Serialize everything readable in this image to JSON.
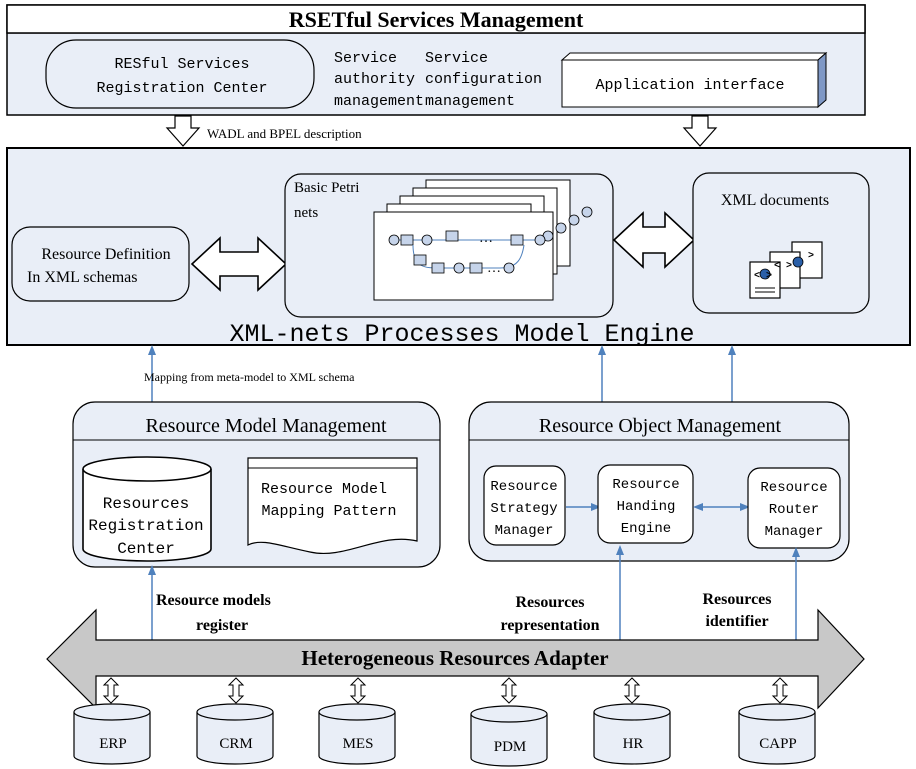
{
  "top": {
    "title": "RSETful Services Management",
    "registry_l1": "RESful Services",
    "registry_l2": "Registration Center",
    "authority_l1": "Service",
    "authority_l2": "authority",
    "authority_l3": "management",
    "config_l1": "Service",
    "config_l2": "configuration",
    "config_l3": "management",
    "app_interface": "Application interface",
    "wadl_label": "WADL and BPEL description"
  },
  "engine": {
    "title": "XML-nets Processes Model Engine",
    "resdef_l1": "Resource Definition",
    "resdef_l2": "In XML schemas",
    "petri_l1": "Basic Petri",
    "petri_l2": "nets",
    "ellipsis": "…",
    "xmldocs": "XML documents",
    "mapping_label": "Mapping from meta-model to XML schema"
  },
  "rmm": {
    "title": "Resource Model Management",
    "reg_l1": "Resources",
    "reg_l2": "Registration",
    "reg_l3": "Center",
    "mp_l1": "Resource Model",
    "mp_l2": "Mapping Pattern"
  },
  "rom": {
    "title": "Resource Object Management",
    "strategy_l1": "Resource",
    "strategy_l2": "Strategy",
    "strategy_l3": "Manager",
    "handing_l1": "Resource",
    "handing_l2": "Handing",
    "handing_l3": "Engine",
    "router_l1": "Resource",
    "router_l2": "Router",
    "router_l3": "Manager"
  },
  "labels": {
    "models_l1": "Resource models",
    "models_l2": "register",
    "repr_l1": "Resources",
    "repr_l2": "representation",
    "ident_l1": "Resources",
    "ident_l2": "identifier"
  },
  "adapter": {
    "title": "Heterogeneous Resources Adapter"
  },
  "systems": [
    "ERP",
    "CRM",
    "MES",
    "PDM",
    "HR",
    "CAPP"
  ],
  "colors": {
    "fill": "#e9eef7",
    "arrow_blue": "#4f81bd",
    "adapter_gray": "#c8c8c8"
  }
}
